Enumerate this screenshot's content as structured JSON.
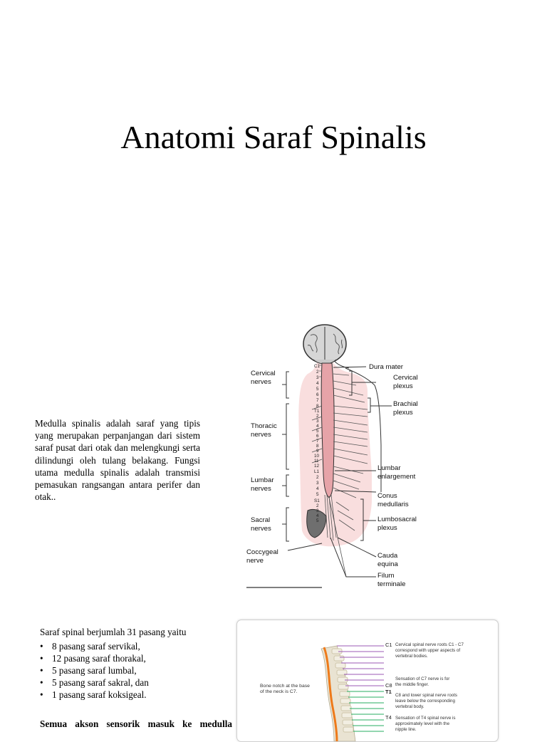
{
  "title": "Anatomi Saraf Spinalis",
  "paragraph": "Medulla spinalis adalah saraf yang tipis yang merupakan perpanjangan dari sistem saraf pusat dari otak dan melengkungi serta dilindungi oleh tulang belakang. Fungsi utama medulla spinalis adalah transmisi pemasukan rangsangan antara perifer dan otak..",
  "figure1": {
    "left_labels": {
      "cervical": [
        "Cervical",
        "nerves"
      ],
      "thoracic": [
        "Thoracic",
        "nerves"
      ],
      "lumbar": [
        "Lumbar",
        "nerves"
      ],
      "sacral": [
        "Sacral",
        "nerves"
      ],
      "coccygeal": [
        "Coccygeal",
        "nerve"
      ]
    },
    "right_labels": {
      "dura": [
        "Dura mater"
      ],
      "cervical_plexus": [
        "Cervical",
        "plexus"
      ],
      "brachial": [
        "Brachial",
        "plexus"
      ],
      "lumbar_enl": [
        "Lumbar",
        "enlargement"
      ],
      "conus": [
        "Conus",
        "medullaris"
      ],
      "lumbosacral": [
        "Lumbosacral",
        "plexus"
      ],
      "cauda": [
        "Cauda",
        "equina"
      ],
      "filum": [
        "Filum",
        "terminale"
      ]
    },
    "vertebra_numbers": [
      "C1",
      "2",
      "3",
      "4",
      "5",
      "6",
      "7",
      "8",
      "T1",
      "2",
      "3",
      "4",
      "5",
      "6",
      "7",
      "8",
      "9",
      "10",
      "11",
      "12",
      "L1",
      "2",
      "3",
      "4",
      "5",
      "S1",
      "2",
      "3",
      "4",
      "5"
    ],
    "colors": {
      "body": "#f9dede",
      "cord": "#e6a3a8",
      "outline": "#333333"
    }
  },
  "list_lead": "Saraf spinal berjumlah 31 pasang yaitu",
  "list_items": [
    "8 pasang saraf servikal,",
    "12 pasang saraf thorakal,",
    "5 pasang saraf lumbal,",
    "5 pasang saraf sakral, dan",
    "1 pasang saraf koksigeal."
  ],
  "bullet_symbol": "•",
  "bold_line": "Semua akson sensorik masuk ke medulla",
  "figure2": {
    "left_note": [
      "Bone notch at the base",
      "of the neck is C7."
    ],
    "levels": [
      "C1",
      "C8",
      "T1",
      "T4"
    ],
    "notes": {
      "c1": [
        "Cervical spinal nerve roots C1 - C7",
        "correspond with upper aspects of",
        "vertebral bodies."
      ],
      "c7": [
        "Sensation of C7 nerve is for",
        "the middle finger."
      ],
      "c8": [
        "C8 and lower spinal nerve roots",
        "leave below the corresponding",
        "vertebral body."
      ],
      "t4": [
        "Sensation of T4 spinal nerve is",
        "approximately level with the",
        "nipple line."
      ]
    },
    "colors": {
      "purple": "#9b59b6",
      "green": "#27ae60",
      "orange": "#ee7a1a"
    }
  }
}
